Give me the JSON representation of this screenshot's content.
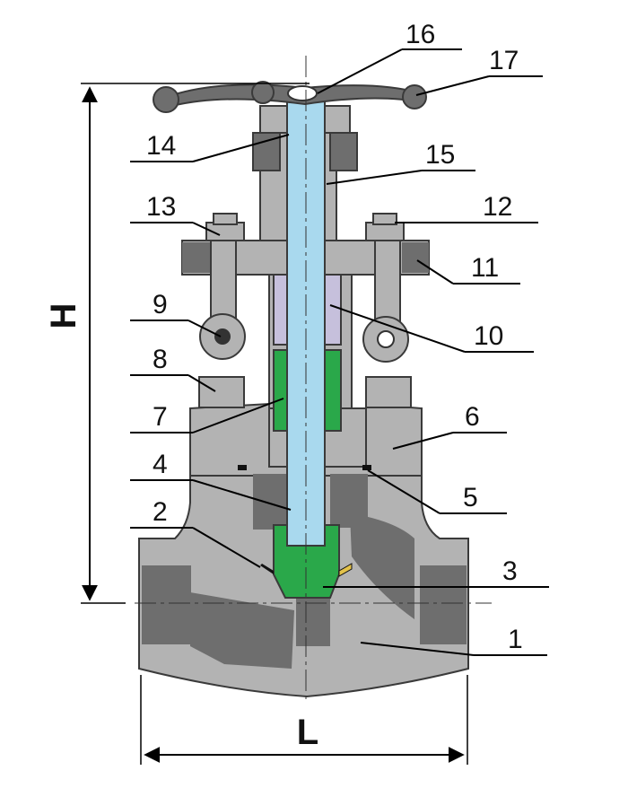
{
  "colors": {
    "body": "#b3b3b3",
    "dark": "#6e6e6e",
    "stem": "#a9d9ee",
    "wedge": "#2aa84a",
    "packing": "#c6c0dc",
    "outline": "#3a3a3a",
    "gasket": "#e3c24a"
  },
  "dimensions": {
    "height": "H",
    "length": "L"
  },
  "callouts": {
    "c1": "1",
    "c2": "2",
    "c3": "3",
    "c4": "4",
    "c5": "5",
    "c6": "6",
    "c7": "7",
    "c8": "8",
    "c9": "9",
    "c10": "10",
    "c11": "11",
    "c12": "12",
    "c13": "13",
    "c14": "14",
    "c15": "15",
    "c16": "16",
    "c17": "17"
  }
}
